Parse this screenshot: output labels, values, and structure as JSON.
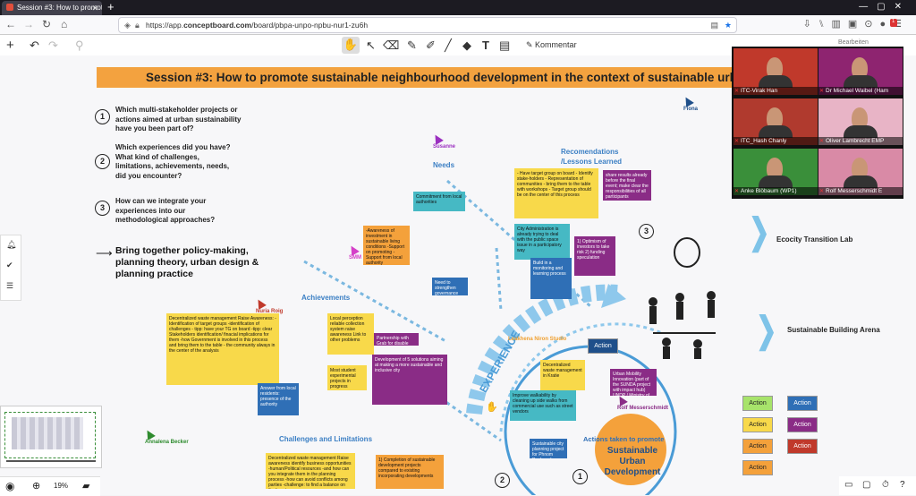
{
  "browser": {
    "tab_title": "Session #3: How to promote s",
    "url_prefix": "https://app.",
    "url_domain": "conceptboard.com",
    "url_path": "/board/pbpa-unpo-npbu-nur1-zu6h",
    "badge": "1"
  },
  "toolbar": {
    "comment_label": "Kommentar",
    "edit_label": "Bearbeiten"
  },
  "board": {
    "banner": "Session #3: How to promote sustainable neighbourhood development in the context of sustainable urban",
    "questions": [
      {
        "num": "1",
        "text": "Which multi-stakeholder projects or actions aimed at urban sustainability have you been part of?"
      },
      {
        "num": "2",
        "text": "Which experiences did you have? What kind of challenges, limitations, achievements, needs, did you encounter?"
      },
      {
        "num": "3",
        "text": "How can we integrate your experiences into our methodological approaches?"
      }
    ],
    "bring_together": "Bring together policy-making, planning theory, urban design & planning practice",
    "labels": {
      "needs": "Needs",
      "recommendations": "Recomendations /Lessons Learned",
      "achievements": "Achievements",
      "challenges": "Challenges and Limitations",
      "experience": "EXPERIENCE",
      "ecocity": "Ecocity Transition Lab",
      "building": "Sustainable Building Arena",
      "actions_taken": "Actions taken to promote",
      "sud": "Sustainable Urban Development",
      "step1": "1",
      "step2": "2",
      "step3": "3"
    },
    "cursors": {
      "fiona": "Fiona",
      "susanne": "Susanne",
      "smm": "SMM",
      "nuria": "Nuria Roig",
      "annalena": "Annalena Becker",
      "rolf": "Rolf Messerschmidt",
      "leakhena": "Leakhena Niron Studio"
    },
    "stickies": {
      "y1": "- Have target group on board - Identify stake-holders - Representation of communities - bring them to the table with workshops - Target group should be on the center of this process",
      "y2": "Decentralized waste management Raise Awareness: -Identification of target groups -identification of challenges - tipp: have your TG on board -tipp: clear Stakeholders identification/ finacial implications for them -how Government is involved in this process and bring them to the table - the community always in the center of the analysis",
      "y3": "Local perception reliable collection system raise awareness Link to other problems",
      "y4": "Decentralized waste management Raise awareness identify business opportunities -human/Political resources -and how can you integrate them in the planning process -how can avoid conflicts among parties -challenge: to find a balance on the long term",
      "y5": "Decentralized waste management in Kratie",
      "y6": "Most student experimental projects in progress",
      "o1": "-Awareness of investment in sustainable living conditions -Support on promoting -Support from local authority",
      "o2": "1) Completion of sustainable development projects compared to existing incorporating developments",
      "p1": "share results already before the final event; make clear the responsibilities of all participants",
      "p2": "Development of 5 solutions aiming at making a more sustainable and inclusive city",
      "p3": "Urban Mobility Innovation (part of the SUNDA project with impact hub) UNDP / Ministry of Transport/ Capital",
      "t1": "Commitment from local authorities",
      "t2": "City Administration is already trying to deal with the public space issue in a participatory way",
      "t3": "Improve walkability by cleaning up side walks from commercial use such as street vendors",
      "b1": "Need to strengthen governance capacity of local authorities",
      "b2": "Build in a monitoring and learning process",
      "b3": "1) Optimism of investors to take risk 2) funding speculation",
      "b4": "Partnership with Grab for disable persons",
      "b5": "Answer from local residents: presence of the authority",
      "b6": "Sustainable city planning project for Phnom Penh and Battambang",
      "action": "Action"
    }
  },
  "video": [
    {
      "name": "ITC-Virak Han",
      "bg": "#c0392b"
    },
    {
      "name": "Dr Michael Waibel (Ham",
      "bg": "#8e2470"
    },
    {
      "name": "ITC_Hash Chanly",
      "bg": "#b03a2e"
    },
    {
      "name": "Oliver Lambrecht EMP",
      "bg": "#e8b4c6"
    },
    {
      "name": "Anke Blöbaum (WP1)",
      "bg": "#3a8f3a"
    },
    {
      "name": "Rolf Messerschmidt E",
      "bg": "#d98aa6"
    }
  ],
  "zoom": "19%",
  "action_colors": [
    "#a7e36b",
    "#2f6fb6",
    "#f8d94a",
    "#8a2c86",
    "#f4a13b",
    "#c0392b",
    "#f4a13b"
  ]
}
